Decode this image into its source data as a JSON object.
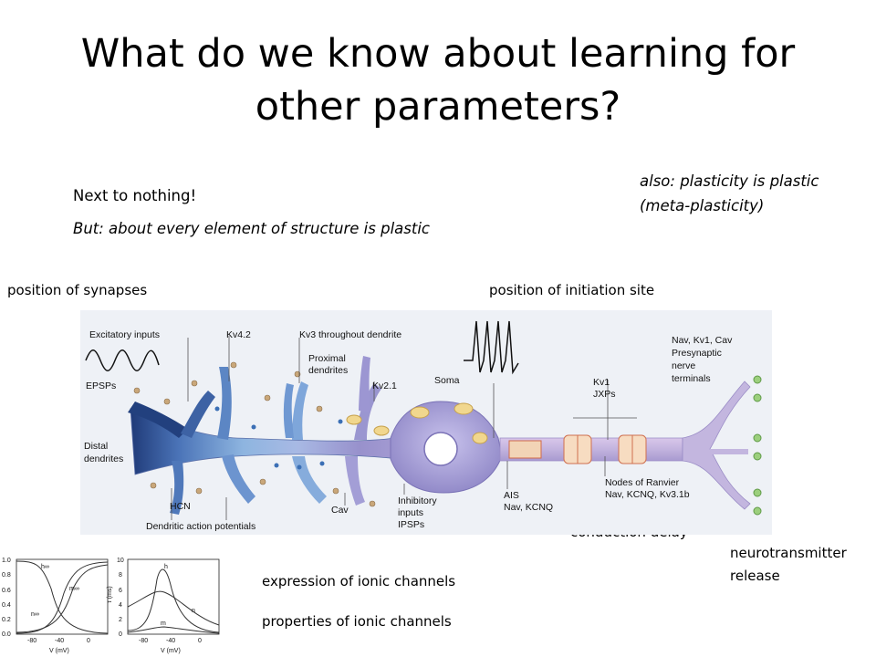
{
  "slide": {
    "title": "What do we know about learning for other parameters?",
    "line1": "Next to nothing!",
    "line2": "But: about every element of structure is plastic",
    "meta_line1": "also: plasticity is plastic",
    "meta_line2": "(meta-plasticity)"
  },
  "labels": {
    "synapses": "position of synapses",
    "initiation": "position of initiation site",
    "conduction": "conduction delay",
    "neuro_line1": "neurotransmitter",
    "neuro_line2": "release",
    "expression": "expression of ionic channels",
    "properties": "properties of ionic channels"
  },
  "diagram": {
    "excitatory": "Excitatory inputs",
    "kv42": "Kv4.2",
    "kv3": "Kv3 throughout dendrite",
    "epsps": "EPSPs",
    "proximal1": "Proximal",
    "proximal2": "dendrites",
    "kv21": "Kv2.1",
    "soma": "Soma",
    "nav1": "Nav, Kv1, Cav",
    "nav2": "Presynaptic",
    "nav3": "nerve",
    "nav4": "terminals",
    "kv1": "Kv1",
    "jxps": "JXPs",
    "distal1": "Distal",
    "distal2": "dendrites",
    "hcn": "HCN",
    "dendritic_ap": "Dendritic action potentials",
    "cav": "Cav",
    "inhib1": "Inhibitory",
    "inhib2": "inputs",
    "inhib3": "IPSPs",
    "ais1": "AIS",
    "ais2": "Nav, KCNQ",
    "nodes1": "Nodes of Ranvier",
    "nodes2": "Nav, KCNQ, Kv3.1b"
  },
  "plots": {
    "left": {
      "yticks": [
        "1.0",
        "0.8",
        "0.6",
        "0.4",
        "0.2",
        "0.0"
      ],
      "xticks": [
        "-80",
        "-40",
        "0"
      ],
      "xlabel": "V (mV)",
      "curves": [
        "h∞",
        "m∞",
        "n∞"
      ]
    },
    "right": {
      "yticks": [
        "10",
        "8",
        "6",
        "4",
        "2",
        "0"
      ],
      "xticks": [
        "-80",
        "-40",
        "0"
      ],
      "xlabel": "V (mV)",
      "ylabel": "τ (ms)",
      "curves": [
        "h",
        "n",
        "m"
      ]
    }
  }
}
